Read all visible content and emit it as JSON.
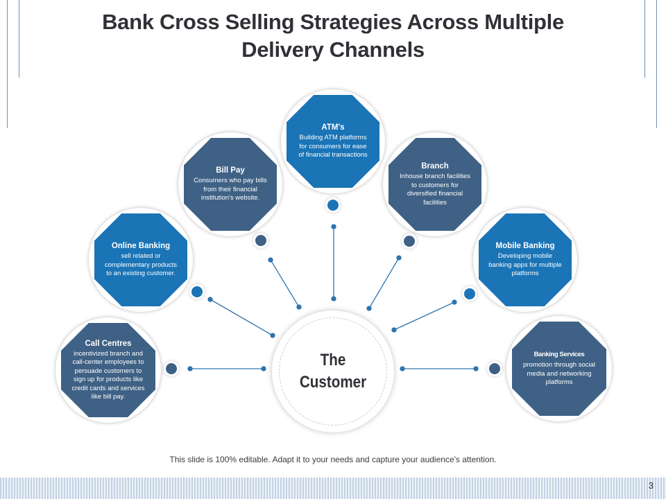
{
  "slide": {
    "title": "Bank Cross Selling Strategies Across Multiple Delivery Channels",
    "center_label_line1": "The",
    "center_label_line2": "Customer",
    "footer": "This slide is 100% editable. Adapt it to your needs and capture your audience's attention.",
    "page_number": "3"
  },
  "colors": {
    "dark": "#3f6185",
    "bright": "#1a74b6",
    "line": "#2f74ad"
  },
  "channels": [
    {
      "title": "Call Centres",
      "desc": "incentivized branch and call-center employees to persuade customers to sign up for products like credit cards and services like bill pay.",
      "color": "dark"
    },
    {
      "title": "Online Banking",
      "desc": "sell related or complementary products to an existing customer.",
      "color": "bright"
    },
    {
      "title": "Bill Pay",
      "desc": "Consumers who pay bills from their financial institution's website.",
      "color": "dark"
    },
    {
      "title": "ATM's",
      "desc": "Building ATM platforms for consumers for ease of financial transactions",
      "color": "bright"
    },
    {
      "title": "Branch",
      "desc": "Inhouse branch facilities to customers for diversified financial facilities",
      "color": "dark"
    },
    {
      "title": "Mobile Banking",
      "desc": "Developing mobile banking apps for multiple platforms",
      "color": "bright"
    },
    {
      "title": "Banking Services",
      "desc": "promotion through social media and networking platforms",
      "color": "dark"
    }
  ]
}
